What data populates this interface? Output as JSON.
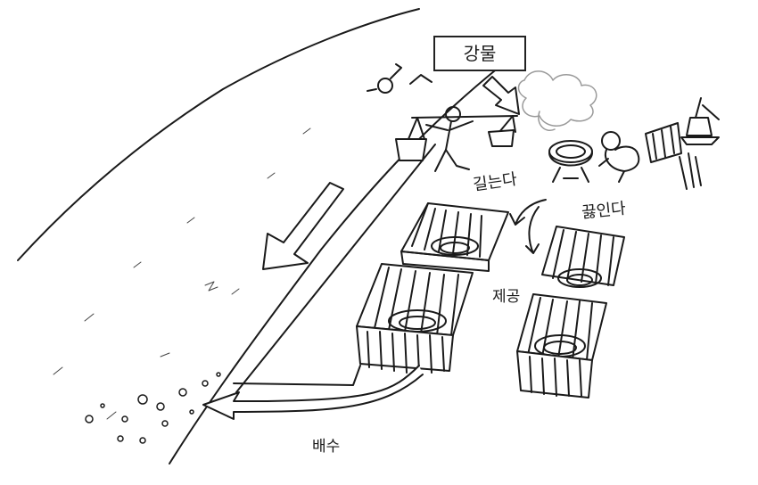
{
  "labels": {
    "river": "강물",
    "carry": "길는다",
    "boil": "끓인다",
    "provide": "제공",
    "drain": "배수"
  },
  "colors": {
    "ink": "#1a1a1a",
    "paper": "#ffffff",
    "steam": "#9a9a9a"
  },
  "icons": [
    "person-carrying-buckets-icon",
    "swimmer-icon",
    "boiling-pot-icon",
    "crouching-person-icon",
    "firewood-icon",
    "pump-icon",
    "bathtub-icon",
    "arrow-icon"
  ]
}
